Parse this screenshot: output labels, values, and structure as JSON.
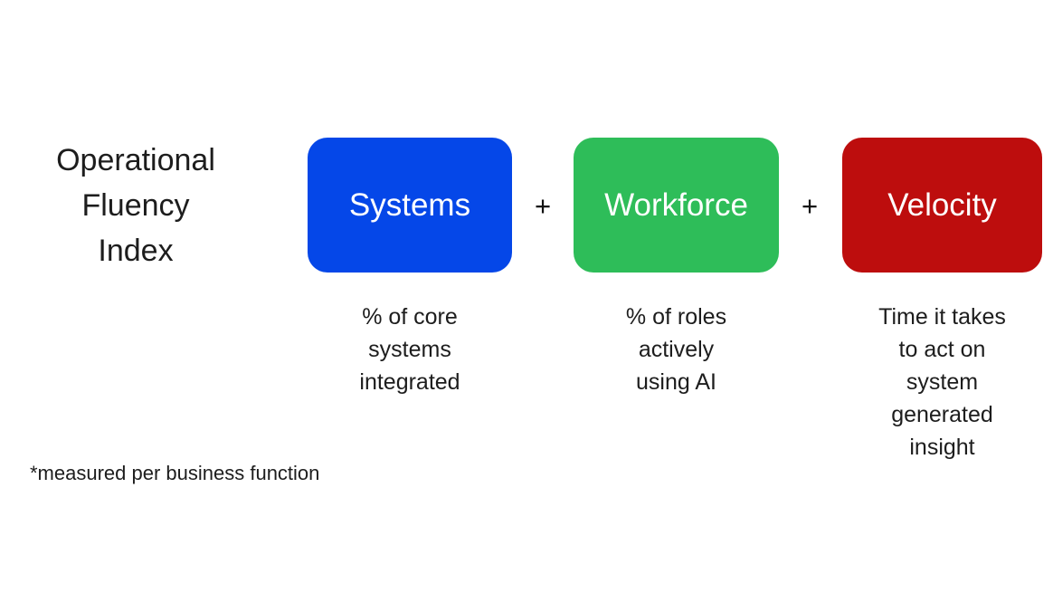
{
  "title": "Operational\nFluency\nIndex",
  "formula": {
    "operator": "+",
    "terms": [
      {
        "label": "Systems",
        "color": "#0547e8",
        "description": "% of core\nsystems\nintegrated"
      },
      {
        "label": "Workforce",
        "color": "#2ebd59",
        "description": "% of roles\nactively\nusing AI"
      },
      {
        "label": "Velocity",
        "color": "#bd0d0d",
        "description": "Time it takes\nto act on\nsystem\ngenerated\ninsight"
      }
    ]
  },
  "footnote": "*measured per business function",
  "colors": {
    "background": "#ffffff",
    "text": "#1d1d1d",
    "box_label_text": "#ffffff",
    "systems_blue": "#0547e8",
    "workforce_green": "#2ebd59",
    "velocity_red": "#bd0d0d"
  }
}
